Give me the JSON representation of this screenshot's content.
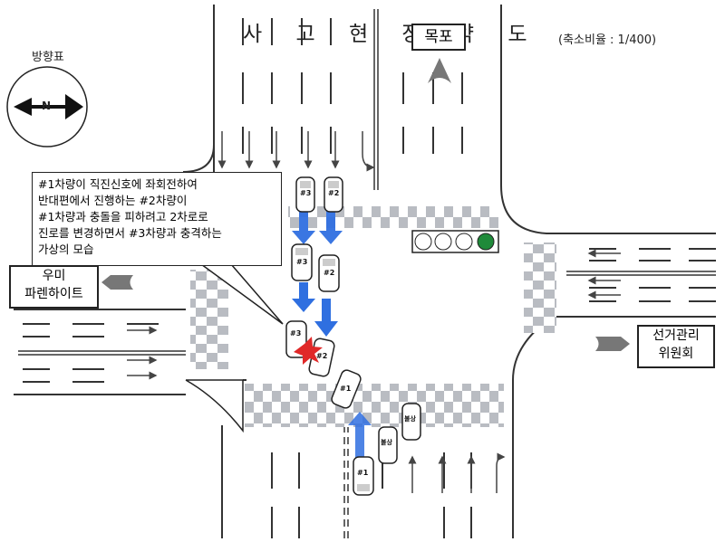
{
  "title": "사 고 현 장 약 도",
  "scale_note": "(축소비율 : 1/400)",
  "compass": {
    "label": "방향표",
    "icon": "north-arrow-icon",
    "letter": "N"
  },
  "signs": {
    "top": "목포",
    "left": [
      "우미",
      "파렌하이트"
    ],
    "right": [
      "선거관리",
      "위원회"
    ]
  },
  "callout_lines": [
    "#1차량이 직진신호에 좌회전하여",
    "반대편에서 진행하는 #2차량이",
    "#1차량과 충돌을 피하려고 2차로로",
    "진로를 변경하면서 #3차량과 충격하는",
    "가상의 모습"
  ],
  "vehicles": {
    "car1": "#1",
    "car2": "#2",
    "car3": "#3",
    "parked1": "불상",
    "parked2": "불상"
  },
  "colors": {
    "arrow": "#2f6fe0",
    "signal_green": "#1f8a3a",
    "impact": "#e02828"
  }
}
